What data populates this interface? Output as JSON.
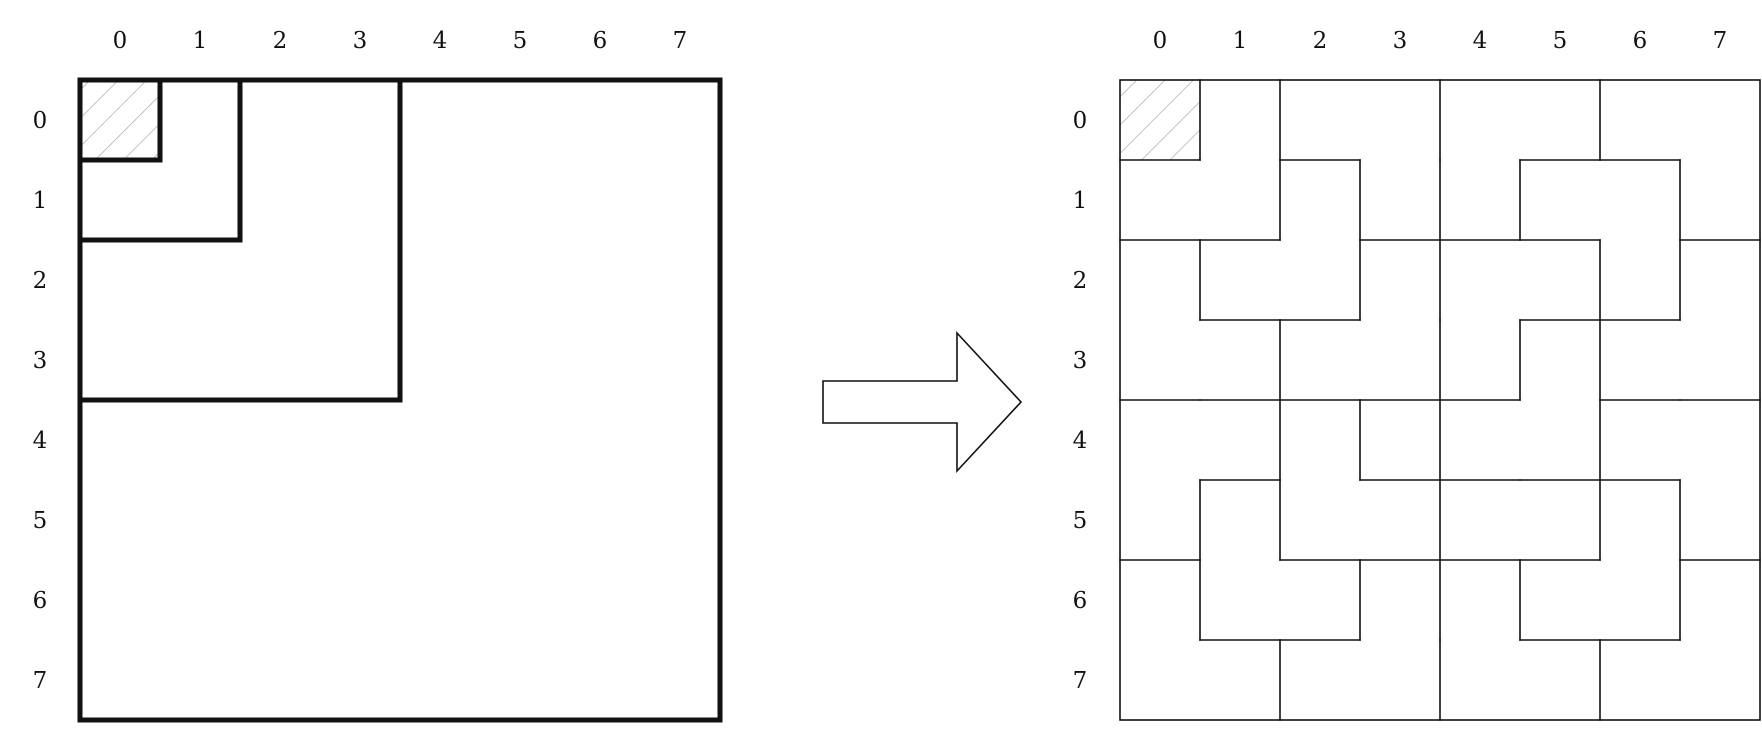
{
  "left_board": {
    "col_labels": [
      "0",
      "1",
      "2",
      "3",
      "4",
      "5",
      "6",
      "7"
    ],
    "row_labels": [
      "0",
      "1",
      "2",
      "3",
      "4",
      "5",
      "6",
      "7"
    ],
    "missing_cell": {
      "row": 0,
      "col": 0
    },
    "nested_regions": [
      {
        "size": 1
      },
      {
        "size": 2
      },
      {
        "size": 4
      },
      {
        "size": 8
      }
    ]
  },
  "right_board": {
    "col_labels": [
      "0",
      "1",
      "2",
      "3",
      "4",
      "5",
      "6",
      "7"
    ],
    "row_labels": [
      "0",
      "1",
      "2",
      "3",
      "4",
      "5",
      "6",
      "7"
    ],
    "missing_cell": {
      "row": 0,
      "col": 0
    },
    "tromino_cells": [
      [
        [
          0,
          1
        ],
        [
          1,
          0
        ],
        [
          1,
          1
        ]
      ],
      [
        [
          0,
          2
        ],
        [
          0,
          3
        ],
        [
          1,
          3
        ]
      ],
      [
        [
          0,
          4
        ],
        [
          0,
          5
        ],
        [
          1,
          4
        ]
      ],
      [
        [
          0,
          6
        ],
        [
          0,
          7
        ],
        [
          1,
          7
        ]
      ],
      [
        [
          1,
          2
        ],
        [
          2,
          1
        ],
        [
          2,
          2
        ]
      ],
      [
        [
          1,
          5
        ],
        [
          1,
          6
        ],
        [
          2,
          6
        ]
      ],
      [
        [
          2,
          0
        ],
        [
          3,
          0
        ],
        [
          3,
          1
        ]
      ],
      [
        [
          2,
          3
        ],
        [
          3,
          2
        ],
        [
          3,
          3
        ]
      ],
      [
        [
          2,
          4
        ],
        [
          2,
          5
        ],
        [
          3,
          4
        ]
      ],
      [
        [
          2,
          7
        ],
        [
          3,
          6
        ],
        [
          3,
          7
        ]
      ],
      [
        [
          3,
          5
        ],
        [
          4,
          4
        ],
        [
          4,
          5
        ]
      ],
      [
        [
          4,
          0
        ],
        [
          4,
          1
        ],
        [
          5,
          0
        ]
      ],
      [
        [
          4,
          2
        ],
        [
          5,
          2
        ],
        [
          5,
          3
        ]
      ],
      [
        [
          4,
          3
        ],
        [
          5,
          4
        ],
        [
          5,
          5
        ]
      ],
      [
        [
          4,
          6
        ],
        [
          4,
          7
        ],
        [
          5,
          7
        ]
      ],
      [
        [
          5,
          1
        ],
        [
          6,
          1
        ],
        [
          6,
          2
        ]
      ],
      [
        [
          5,
          6
        ],
        [
          6,
          5
        ],
        [
          6,
          6
        ]
      ],
      [
        [
          6,
          0
        ],
        [
          7,
          0
        ],
        [
          7,
          1
        ]
      ],
      [
        [
          6,
          3
        ],
        [
          7,
          2
        ],
        [
          7,
          3
        ]
      ],
      [
        [
          6,
          4
        ],
        [
          7,
          4
        ],
        [
          7,
          5
        ]
      ],
      [
        [
          6,
          7
        ],
        [
          7,
          6
        ],
        [
          7,
          7
        ]
      ]
    ]
  },
  "colors": {
    "ink": "#111111",
    "hatch": "#aaaaaa",
    "background": "#ffffff"
  }
}
